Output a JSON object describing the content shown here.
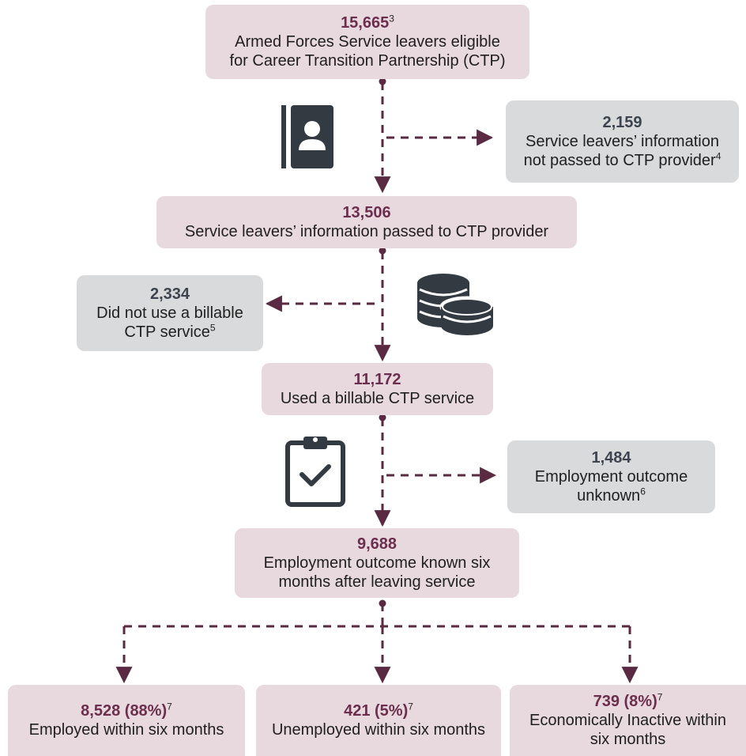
{
  "nodes": {
    "eligible": {
      "number": "15,665",
      "note": "3",
      "line1": "Armed Forces Service leavers eligible",
      "line2": "for Career Transition Partnership (CTP)"
    },
    "not_passed": {
      "number": "2,159",
      "line1": "Service leavers’ information",
      "line2": "not passed to CTP provider",
      "note": "4"
    },
    "passed": {
      "number": "13,506",
      "line1": "Service leavers’ information passed to CTP provider"
    },
    "not_used": {
      "number": "2,334",
      "line1": "Did not use a billable",
      "line2": "CTP service",
      "note": "5"
    },
    "used": {
      "number": "11,172",
      "line1": "Used a billable CTP service"
    },
    "unknown": {
      "number": "1,484",
      "line1": "Employment outcome",
      "line2": "unknown",
      "note": "6"
    },
    "known": {
      "number": "9,688",
      "line1": "Employment outcome known six",
      "line2": "months after leaving service"
    },
    "employed": {
      "number": "8,528 (88%)",
      "note": "7",
      "line1": "Employed within six months"
    },
    "unemployed": {
      "number": "421 (5%)",
      "note": "7",
      "line1": "Unemployed within six months"
    },
    "inactive": {
      "number": "739 (8%)",
      "note": "7",
      "line1": "Economically Inactive within",
      "line2": "six months"
    }
  },
  "colors": {
    "main_box": "#e8d9df",
    "side_box": "#d9dadb",
    "main_number": "#6b2e4d",
    "side_number": "#3d4450",
    "connector": "#5a2a42",
    "icon": "#333a42"
  },
  "icons": [
    "contact-book-icon",
    "coins-icon",
    "clipboard-check-icon"
  ]
}
